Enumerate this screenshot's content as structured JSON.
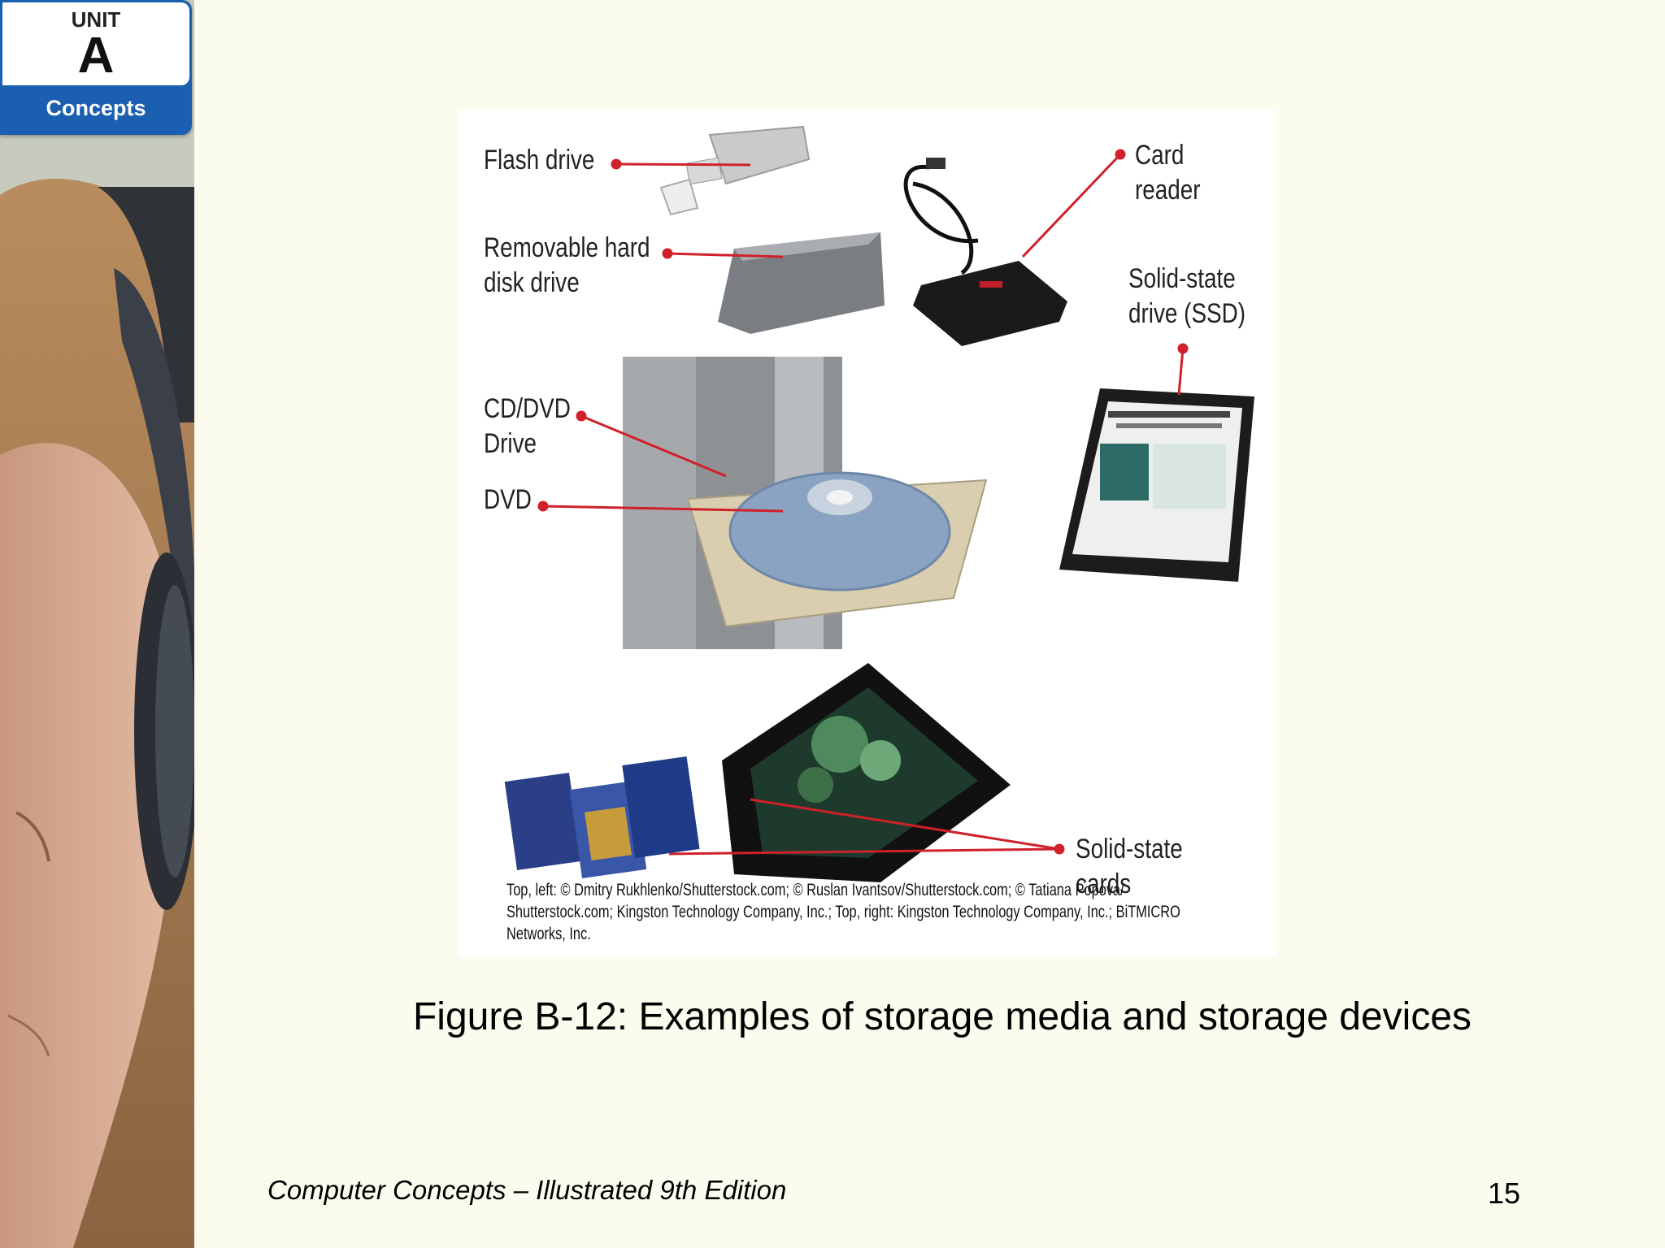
{
  "unit_badge": {
    "unit_word": "UNIT",
    "unit_letter": "A",
    "topic": "Concepts"
  },
  "figure": {
    "labels": {
      "flash_drive": "Flash drive",
      "removable_hard_disk": "Removable hard\ndisk drive",
      "card_reader": "Card reader",
      "ssd": "Solid-state\ndrive (SSD)",
      "cd_dvd_drive": "CD/DVD\nDrive",
      "dvd": "DVD",
      "solid_state_cards": "Solid-state cards"
    },
    "credit": "Top, left: © Dmitry Rukhlenko/Shutterstock.com; © Ruslan Ivantsov/Shutterstock.com; © Tatiana Popova/ Shutterstock.com; Kingston Technology Company, Inc.; Top, right: Kingston Technology Company, Inc.; BiTMICRO Networks, Inc.",
    "colors": {
      "callout_line": "#d0202a"
    }
  },
  "caption": "Figure B-12: Examples of storage media and storage devices",
  "footer": {
    "book_title": "Computer Concepts – Illustrated 9th Edition",
    "page_number": "15"
  },
  "colors": {
    "background": "#fbfcee",
    "badge_blue": "#1a5fb0"
  }
}
